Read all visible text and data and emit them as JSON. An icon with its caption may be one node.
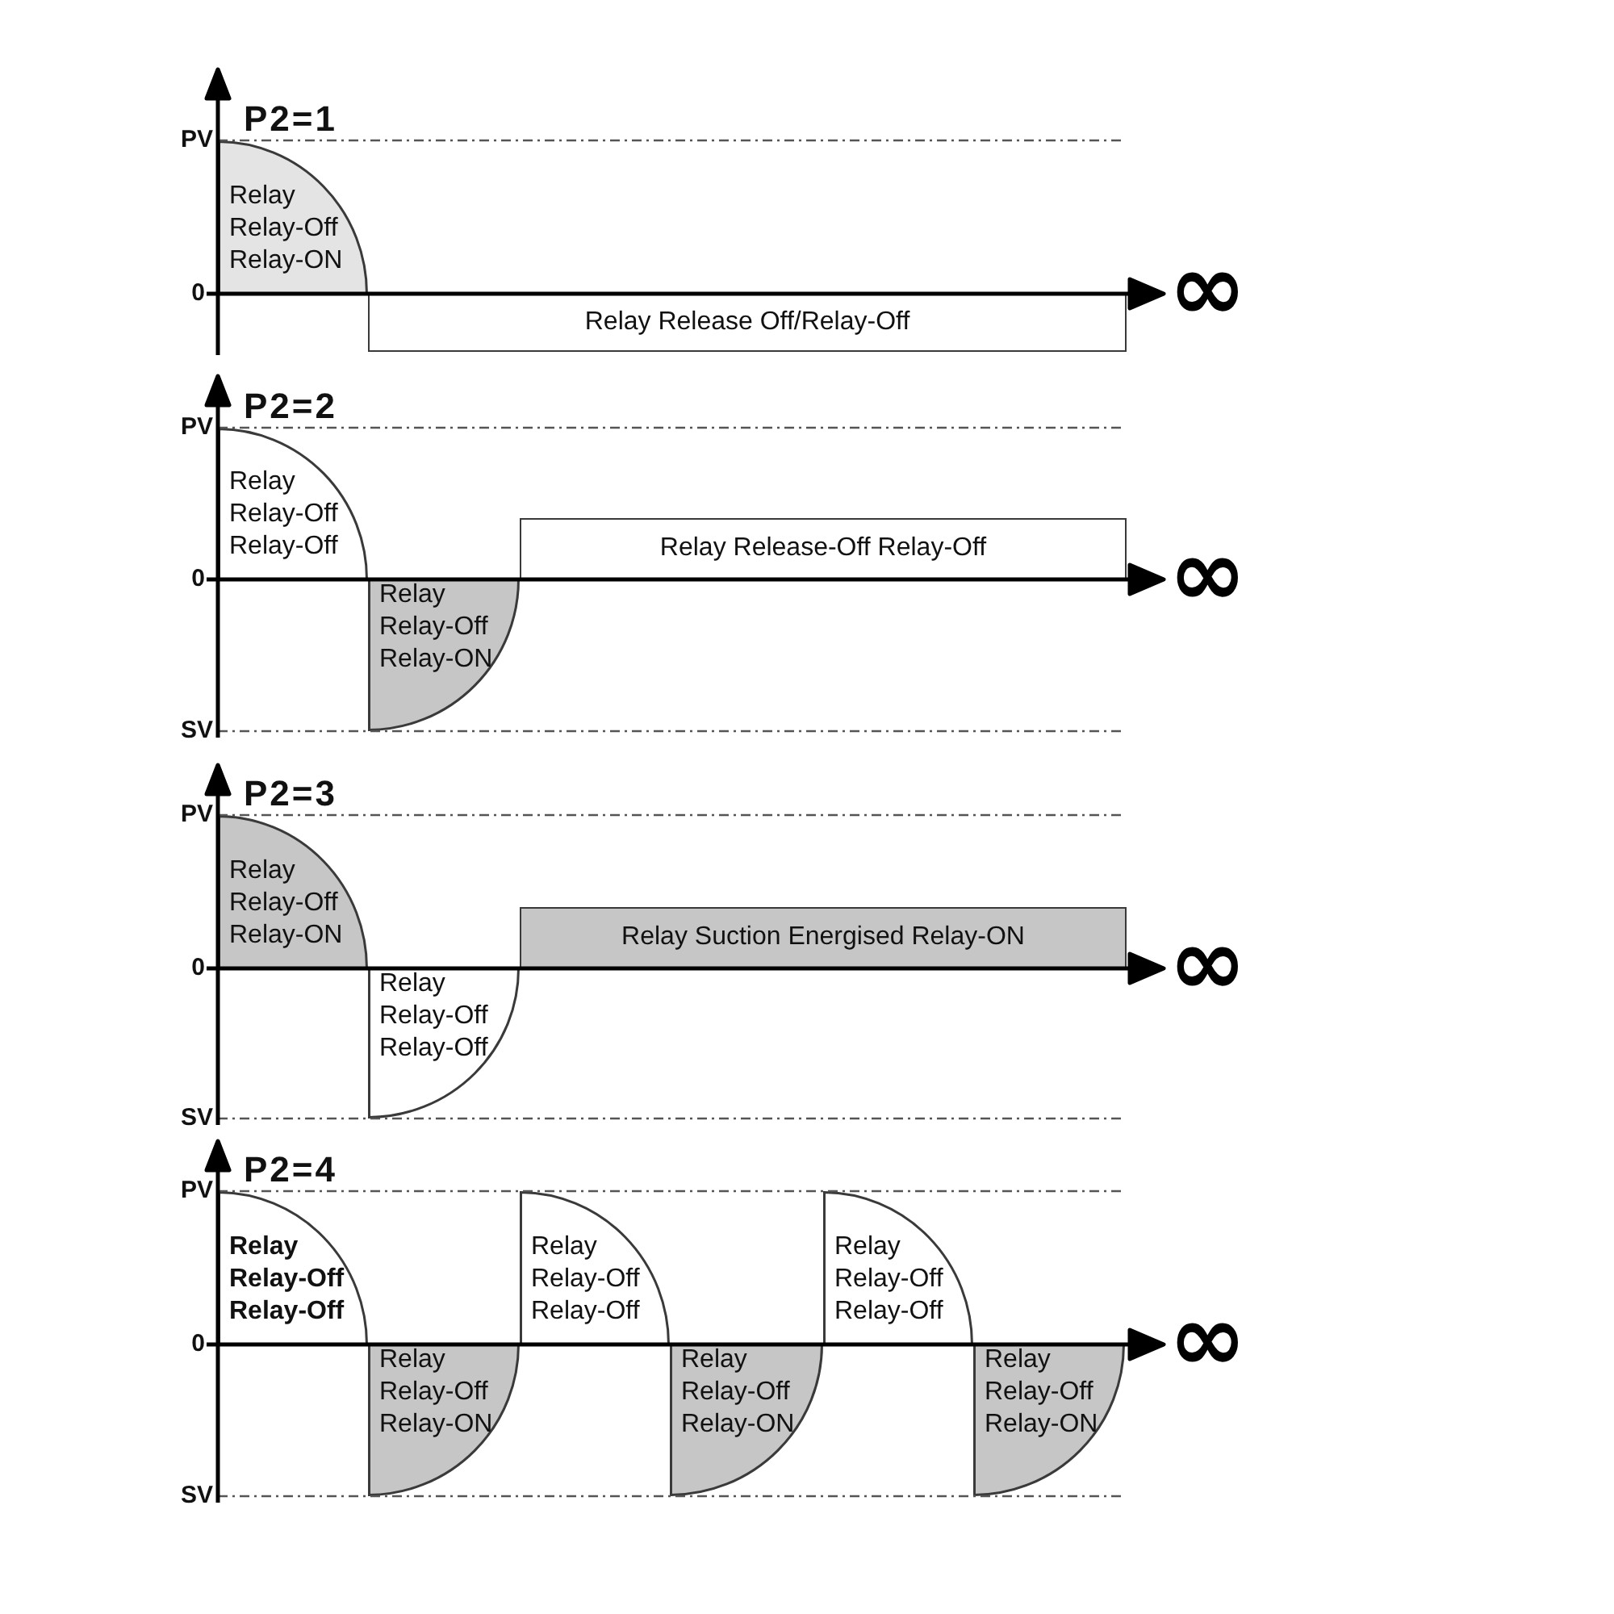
{
  "diagram": {
    "nodes": [
      {
        "text": [
          "Relay",
          "Relay-Off",
          "Relay-ON"
        ]
      },
      {
        "text": [
          "Relay Release Off/Relay-Off"
        ]
      },
      {
        "text": [
          "Relay",
          "Relay-Off",
          "Relay-Off"
        ]
      },
      {
        "text": [
          "Relay",
          "Relay-Off",
          "Relay-ON"
        ]
      },
      {
        "text": [
          "Relay Release-Off Relay-Off"
        ]
      },
      {
        "text": [
          "Relay",
          "Relay-Off",
          "Relay-ON"
        ]
      },
      {
        "text": [
          "Relay",
          "Relay-Off",
          "Relay-Off"
        ]
      },
      {
        "text": [
          "Relay Suction Energised Relay-ON"
        ]
      },
      {
        "text": [
          "Relay",
          "Relay-Off",
          "Relay-Off"
        ]
      },
      {
        "text": [
          "Relay",
          "Relay-Off",
          "Relay-ON"
        ]
      },
      {
        "text": [
          "Relay",
          "Relay-Off",
          "Relay-Off"
        ]
      },
      {
        "text": [
          "Relay",
          "Relay-Off",
          "Relay-ON"
        ]
      },
      {
        "text": [
          "Relay",
          "Relay-Off",
          "Relay-Off"
        ]
      },
      {
        "text": [
          "Relay",
          "Relay-Off",
          "Relay-ON"
        ]
      }
    ],
    "labels": [
      "P2=1",
      "PV",
      "0",
      "∞",
      "P2=2",
      "PV",
      "0",
      "∞",
      "SV",
      "P2=3",
      "PV",
      "0",
      "∞",
      "SV",
      "P2=4",
      "PV",
      "0",
      "∞",
      "SV"
    ]
  }
}
